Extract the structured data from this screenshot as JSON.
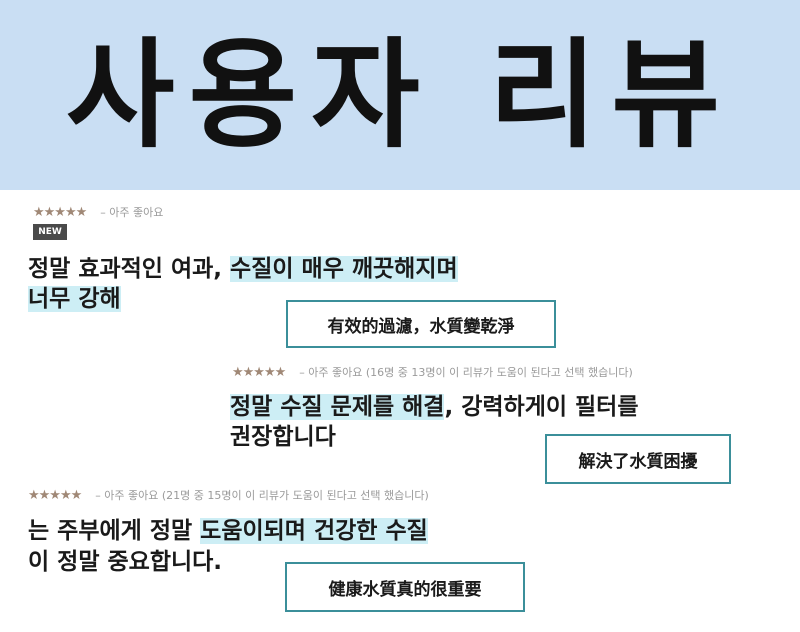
{
  "banner": {
    "title": "사용자 리뷰"
  },
  "reviews": [
    {
      "stars": "★★★★★",
      "meta": "– 아주 좋아요",
      "badge": "NEW",
      "line1_plain": "정말 효과적인 여과, ",
      "line1_highlight": "수질이 매우 깨끗해지며",
      "line2_highlight": "너무 강해",
      "translation": "有效的過濾，水質變乾淨"
    },
    {
      "stars": "★★★★★",
      "meta": "– 아주 좋아요  (16명 중 13명이 이 리뷰가 도움이 된다고 선택 했습니다)",
      "line1_highlight": "정말 수질 문제를 해결",
      "line1_plain": ", 강력하게이 필터를",
      "line2_plain": "권장합니다",
      "translation": "解決了水質困擾"
    },
    {
      "stars": "★★★★★",
      "meta": "– 아주 좋아요  (21명 중 15명이 이 리뷰가 도움이 된다고 선택 했습니다)",
      "line1_plain": "는 주부에게 정말 ",
      "line1_highlight": "도움이되며 건강한 수질",
      "line2_plain": "이 정말 중요합니다.",
      "translation": "健康水質真的很重要"
    }
  ],
  "colors": {
    "banner_bg": "#c9def3",
    "highlight": "#cdeef5",
    "note_border": "#3b8f9a",
    "stars": "#a08876"
  }
}
